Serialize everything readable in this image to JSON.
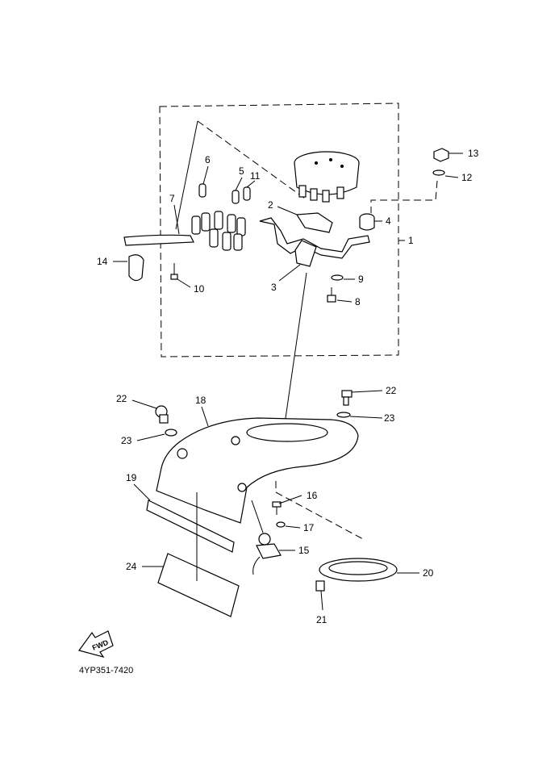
{
  "diagram": {
    "callouts": [
      "1",
      "2",
      "3",
      "4",
      "5",
      "6",
      "7",
      "8",
      "9",
      "10",
      "11",
      "12",
      "13",
      "14",
      "15",
      "16",
      "17",
      "18",
      "19",
      "20",
      "21",
      "22",
      "22",
      "23",
      "23",
      "24"
    ],
    "fwd_label": "FWD",
    "catalog_code": "4YP351-7420"
  }
}
